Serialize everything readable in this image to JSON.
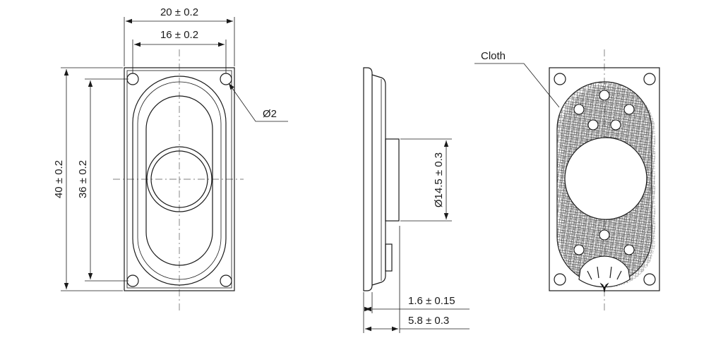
{
  "dimensions": {
    "overall_width": "20 ± 0.2",
    "hole_spacing_width": "16 ± 0.2",
    "hole_diameter": "Ø2",
    "overall_height": "40 ± 0.2",
    "hole_spacing_height": "36 ± 0.2",
    "magnet_diameter": "Ø14.5 ± 0.3",
    "frame_thickness": "1.6 ± 0.15",
    "total_depth": "5.8 ± 0.3"
  },
  "callouts": {
    "cloth": "Cloth"
  }
}
